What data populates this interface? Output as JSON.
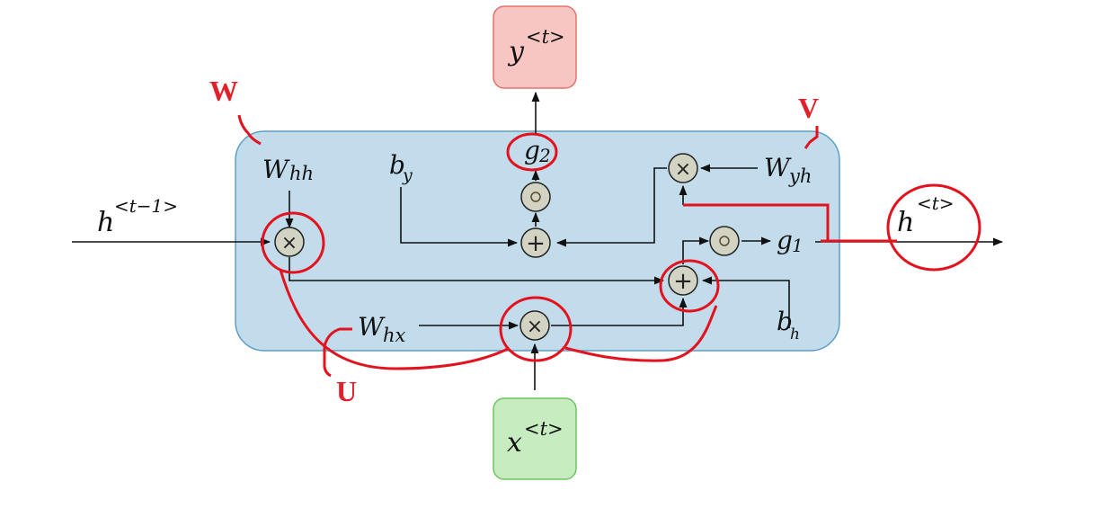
{
  "diagram": {
    "title": "RNN cell",
    "colors": {
      "cell_fill": "#c2dcec",
      "cell_border": "#5b9ec9",
      "output_fill": "#f7c5c2",
      "output_border": "#e5736b",
      "input_fill": "#c6ecc0",
      "input_border": "#6cc55f",
      "annotation": "#e3121e"
    },
    "nodes": {
      "output": {
        "base": "y",
        "sup": "<t>"
      },
      "input": {
        "base": "x",
        "sup": "<t>"
      },
      "h_prev": {
        "base": "h",
        "sup": "<t−1>"
      },
      "h_next": {
        "base": "h",
        "sup": "<t>"
      },
      "W_hh": {
        "base": "W",
        "sub": "hh"
      },
      "W_hx": {
        "base": "W",
        "sub": "hx"
      },
      "W_yh": {
        "base": "W",
        "sub": "yh"
      },
      "b_y": {
        "base": "b",
        "sub": "y"
      },
      "b_h": {
        "base": "b",
        "sub": "h"
      },
      "g1": {
        "base": "g",
        "sub": "1"
      },
      "g2": {
        "base": "g",
        "sub": "2"
      }
    },
    "operators": {
      "multiply": "×",
      "add": "+",
      "activation": "∘"
    },
    "annotations": {
      "W": "W",
      "U": "U",
      "V": "V"
    }
  }
}
